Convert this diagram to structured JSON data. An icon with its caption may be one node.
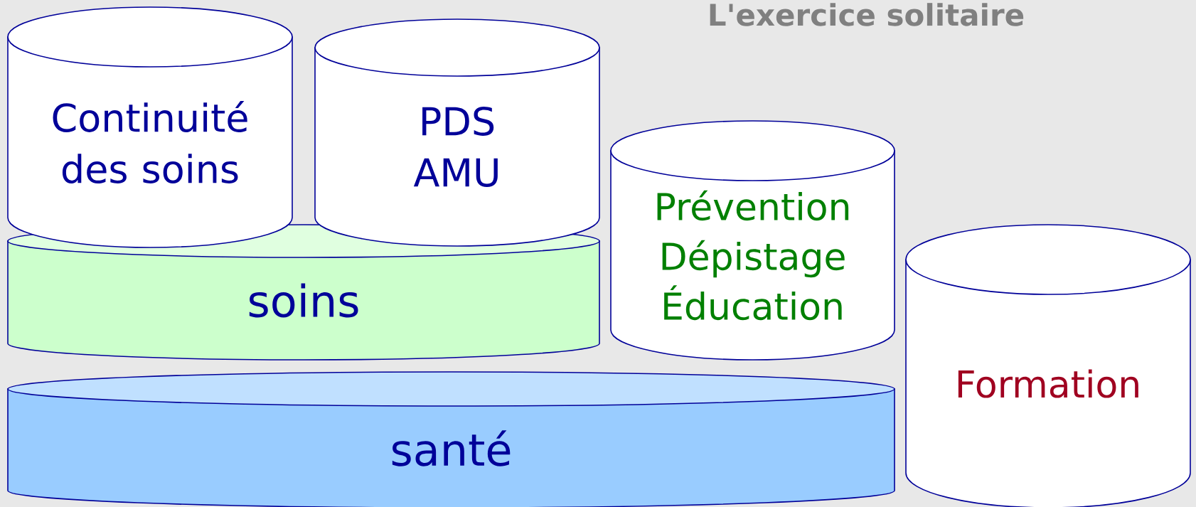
{
  "diagram": {
    "title": "L'exercice solitaire",
    "nodes": [
      {
        "text": [
          "Continuité des soins"
        ]
      },
      {
        "text": [
          "PDS AMU"
        ]
      },
      {
        "text": [
          "Prévention Dépistage Éducation"
        ]
      },
      {
        "text": [
          "soins"
        ]
      },
      {
        "text": [
          "Formation"
        ]
      },
      {
        "text": [
          "santé"
        ]
      }
    ]
  }
}
